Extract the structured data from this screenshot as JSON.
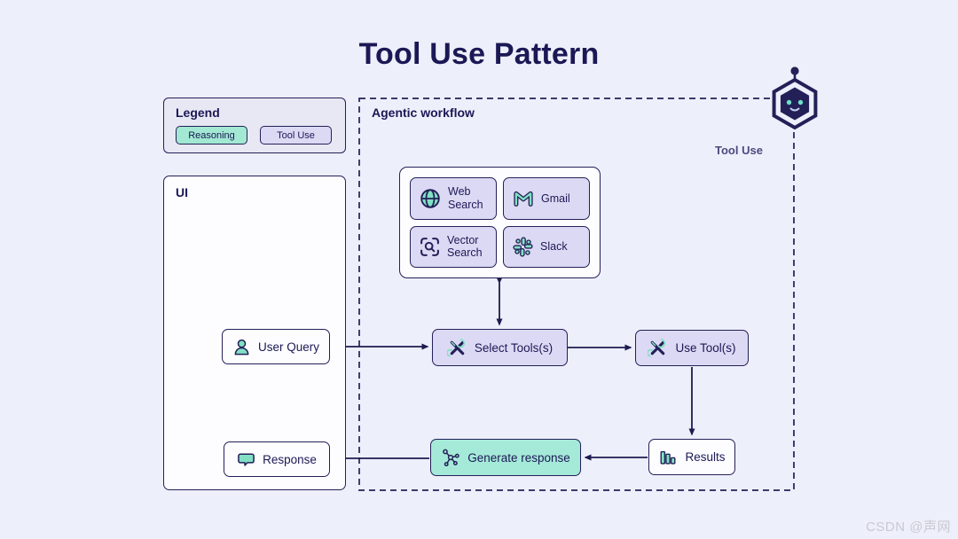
{
  "page": {
    "title": "Tool Use Pattern",
    "watermark": "CSDN @声网"
  },
  "colors": {
    "background": "#edeffa",
    "navy": "#232058",
    "teal_fill": "#a2e8d2",
    "teal_icon": "#82e0c4",
    "lavender_fill": "#dcd9f4",
    "white_box": "#fdfdff",
    "side_label": "#4d4a80"
  },
  "legend": {
    "title": "Legend",
    "items": [
      {
        "label": "Reasoning",
        "type": "reasoning"
      },
      {
        "label": "Tool Use",
        "type": "tool-use"
      }
    ]
  },
  "ui_panel": {
    "title": "UI",
    "user_query_label": "User Query",
    "response_label": "Response"
  },
  "workflow": {
    "title": "Agentic workflow",
    "side_label": "Tool Use",
    "tools": [
      {
        "label": "Web Search",
        "icon": "globe-icon"
      },
      {
        "label": "Gmail",
        "icon": "gmail-icon"
      },
      {
        "label": "Vector Search",
        "icon": "vector-search-icon"
      },
      {
        "label": "Slack",
        "icon": "slack-icon"
      }
    ],
    "select_tools_label": "Select Tools(s)",
    "use_tools_label": "Use Tool(s)",
    "generate_response_label": "Generate response",
    "results_label": "Results"
  },
  "connections": [
    {
      "from": "user-query",
      "to": "select-tools",
      "style": "arrow"
    },
    {
      "from": "tools-box",
      "to": "select-tools",
      "style": "double-arrow"
    },
    {
      "from": "select-tools",
      "to": "use-tools",
      "style": "arrow"
    },
    {
      "from": "use-tools",
      "to": "results",
      "style": "arrow"
    },
    {
      "from": "results",
      "to": "generate-response",
      "style": "arrow"
    },
    {
      "from": "generate-response",
      "to": "response",
      "style": "arrow"
    }
  ]
}
